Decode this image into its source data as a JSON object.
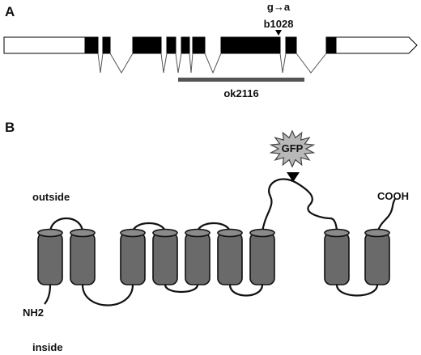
{
  "panel_a": {
    "label": "A",
    "mutation": "g→a",
    "allele": "b1028",
    "deletion": "ok2116"
  },
  "panel_b": {
    "label": "B",
    "tag": "GFP",
    "outside": "outside",
    "inside": "inside",
    "n_terminus": "NH2",
    "c_terminus": "COOH"
  },
  "colors": {
    "exon_coding": "#000000",
    "exon_utr": "#ffffff",
    "deletion_bar": "#555555",
    "helix": "#6a6a6a",
    "gfp": "#b8b8b8"
  }
}
